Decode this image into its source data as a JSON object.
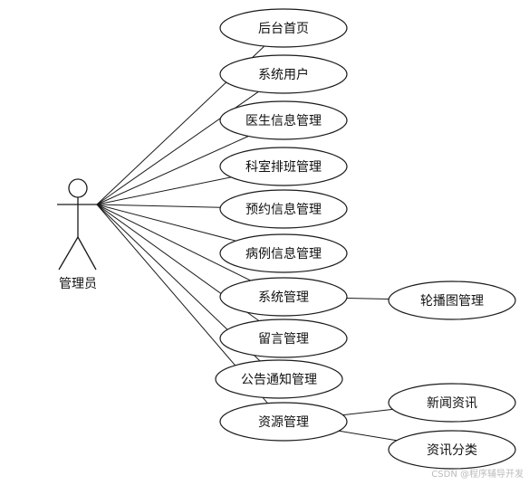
{
  "actor": {
    "label": "管理员"
  },
  "use_cases": [
    {
      "id": "backend-home",
      "label": "后台首页"
    },
    {
      "id": "system-users",
      "label": "系统用户"
    },
    {
      "id": "doctor-info-management",
      "label": "医生信息管理"
    },
    {
      "id": "department-schedule-management",
      "label": "科室排班管理"
    },
    {
      "id": "appointment-info-management",
      "label": "预约信息管理"
    },
    {
      "id": "case-info-management",
      "label": "病例信息管理"
    },
    {
      "id": "system-management",
      "label": "系统管理"
    },
    {
      "id": "message-management",
      "label": "留言管理"
    },
    {
      "id": "announcement-management",
      "label": "公告通知管理"
    },
    {
      "id": "resource-management",
      "label": "资源管理"
    }
  ],
  "sub_use_cases": [
    {
      "id": "carousel-management",
      "parent": "system-management",
      "label": "轮播图管理"
    },
    {
      "id": "news",
      "parent": "resource-management",
      "label": "新闻资讯"
    },
    {
      "id": "news-category",
      "parent": "resource-management",
      "label": "资讯分类"
    }
  ],
  "watermark": "CSDN @程序辅导开发"
}
